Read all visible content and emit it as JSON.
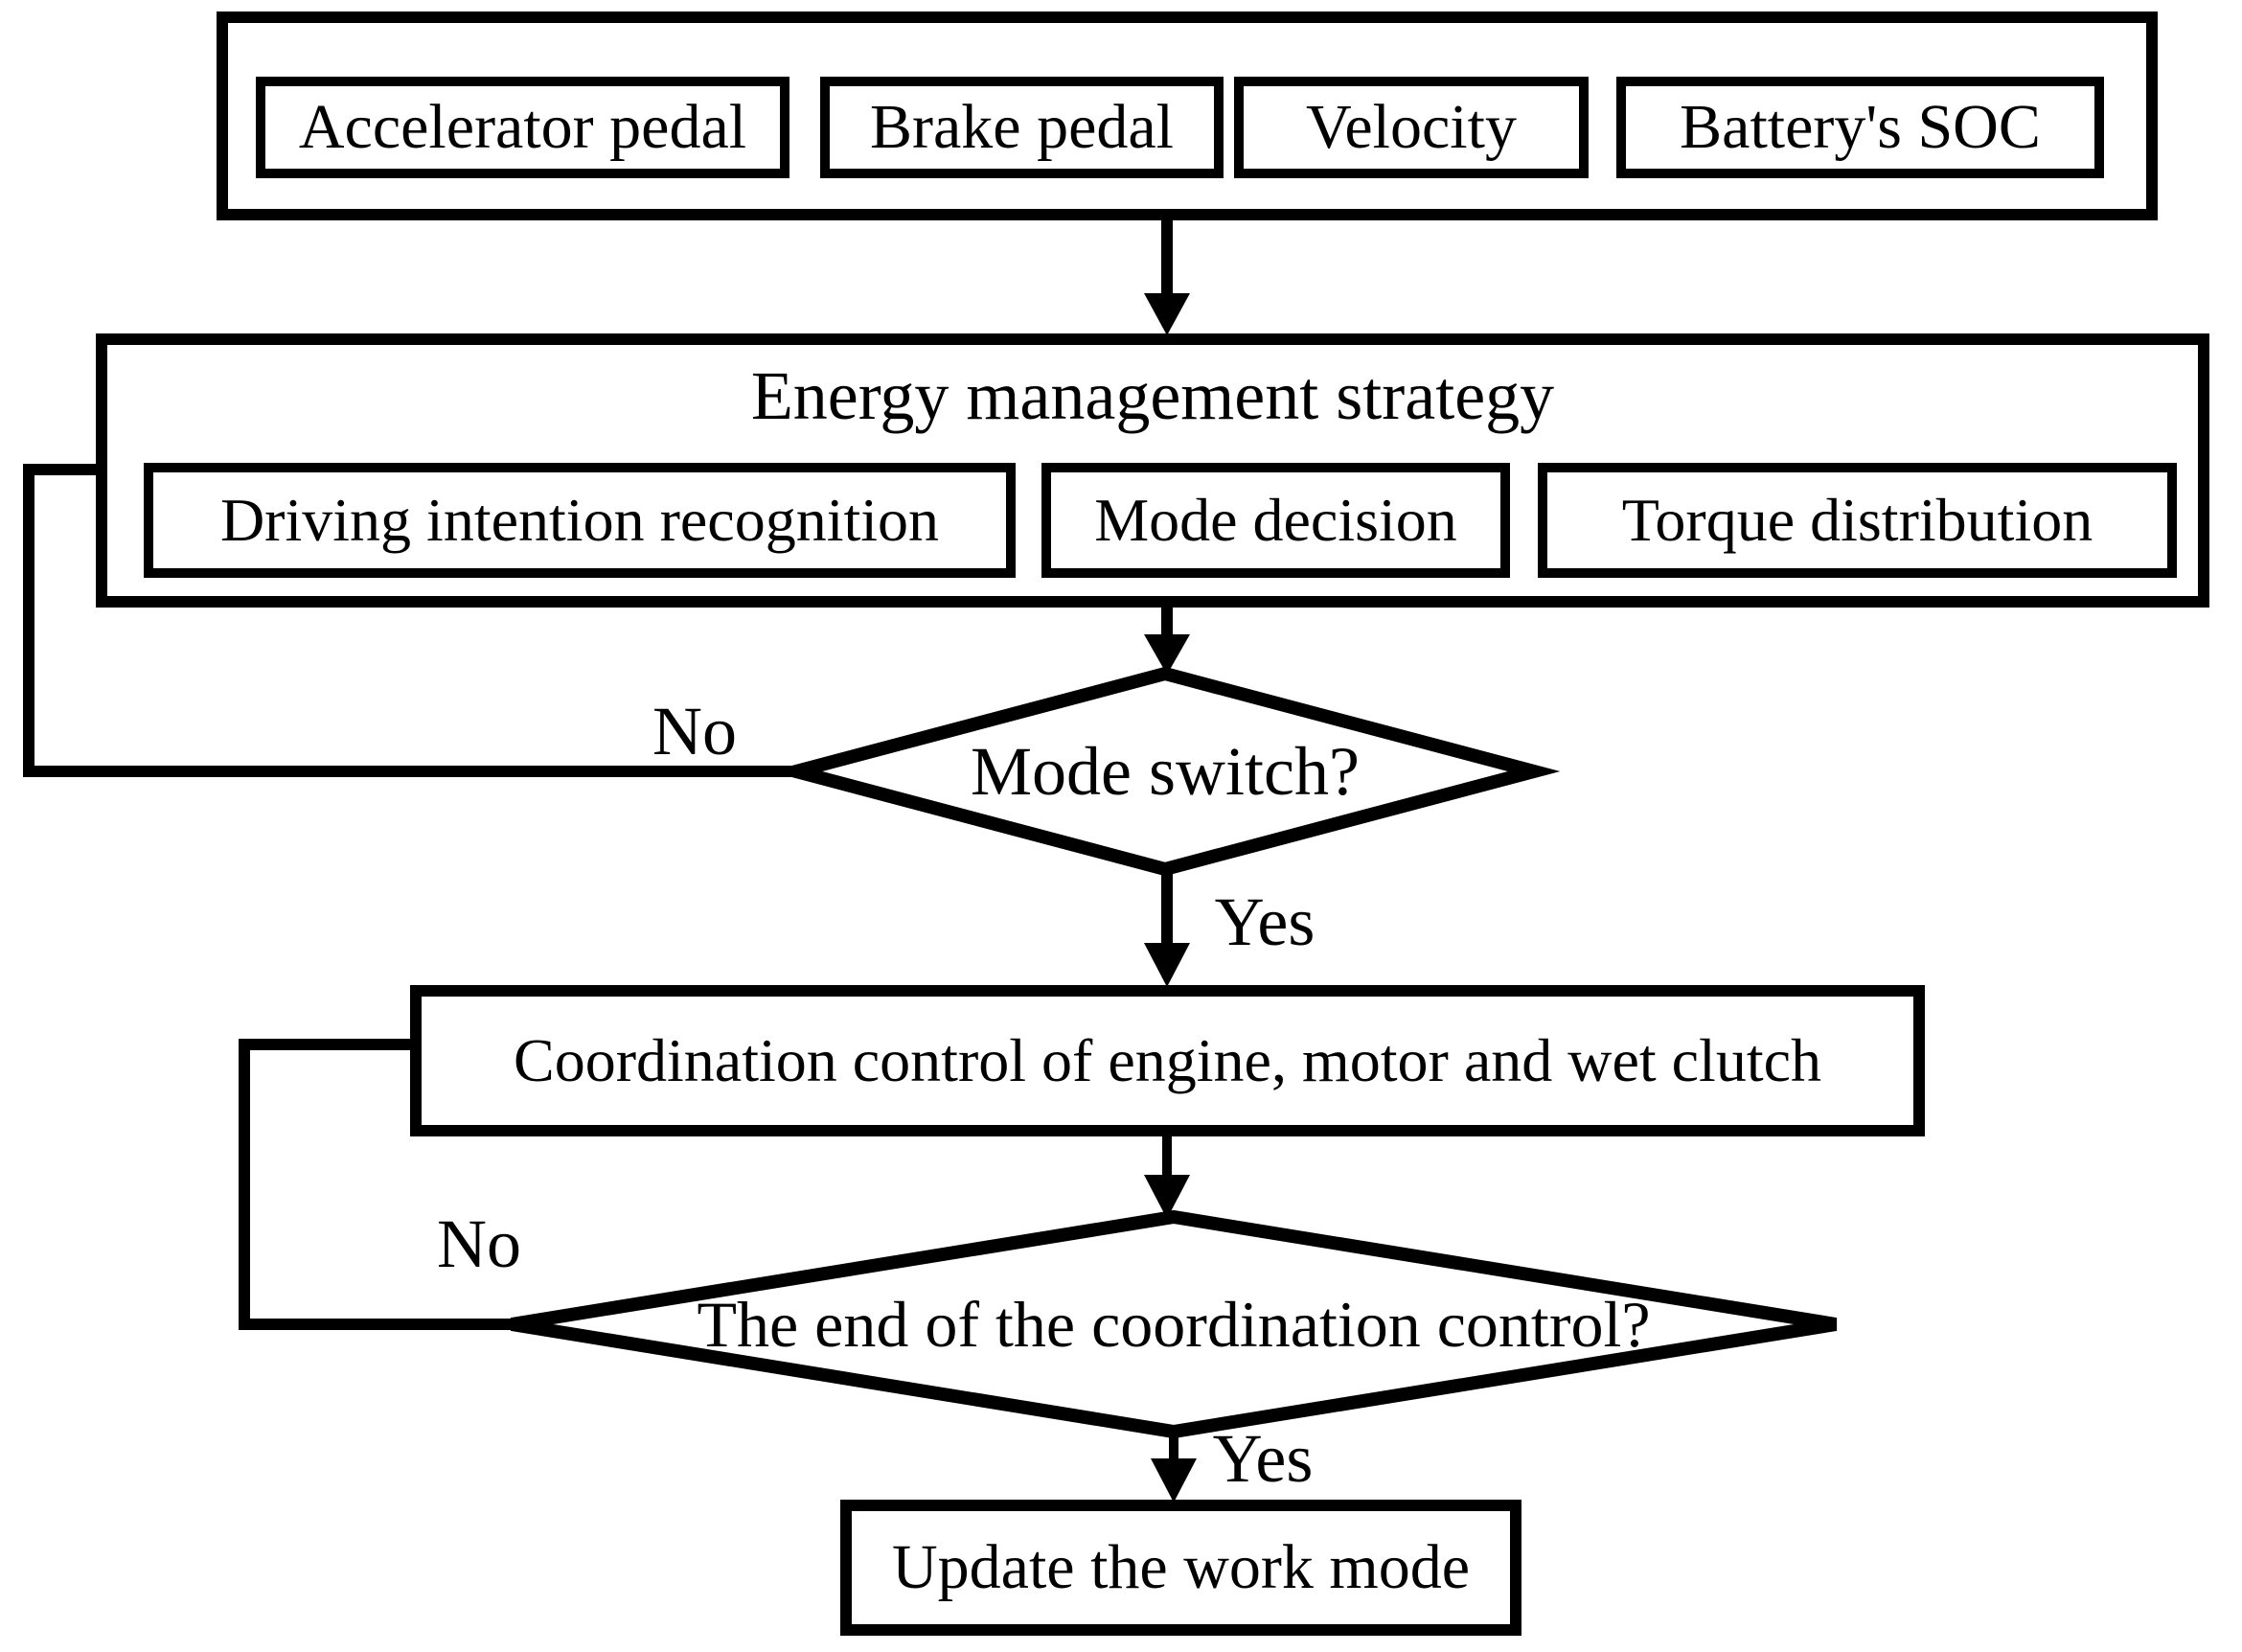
{
  "flowchart": {
    "inputs": {
      "items": [
        {
          "label": "Accelerator pedal"
        },
        {
          "label": "Brake pedal"
        },
        {
          "label": "Velocity"
        },
        {
          "label": "Battery's SOC"
        }
      ]
    },
    "energy": {
      "title": "Energy management strategy",
      "items": [
        {
          "label": "Driving intention recognition"
        },
        {
          "label": "Mode decision"
        },
        {
          "label": "Torque distribution"
        }
      ]
    },
    "decision_mode_switch": {
      "label": "Mode switch?",
      "no_label": "No",
      "yes_label": "Yes"
    },
    "process_coordination": {
      "label": "Coordination control of engine, motor and wet clutch"
    },
    "decision_coordination_end": {
      "label": "The end of the coordination control?",
      "no_label": "No",
      "yes_label": "Yes"
    },
    "process_update": {
      "label": "Update the work mode"
    },
    "colors": {
      "stroke": "#000000",
      "background": "#ffffff"
    }
  }
}
